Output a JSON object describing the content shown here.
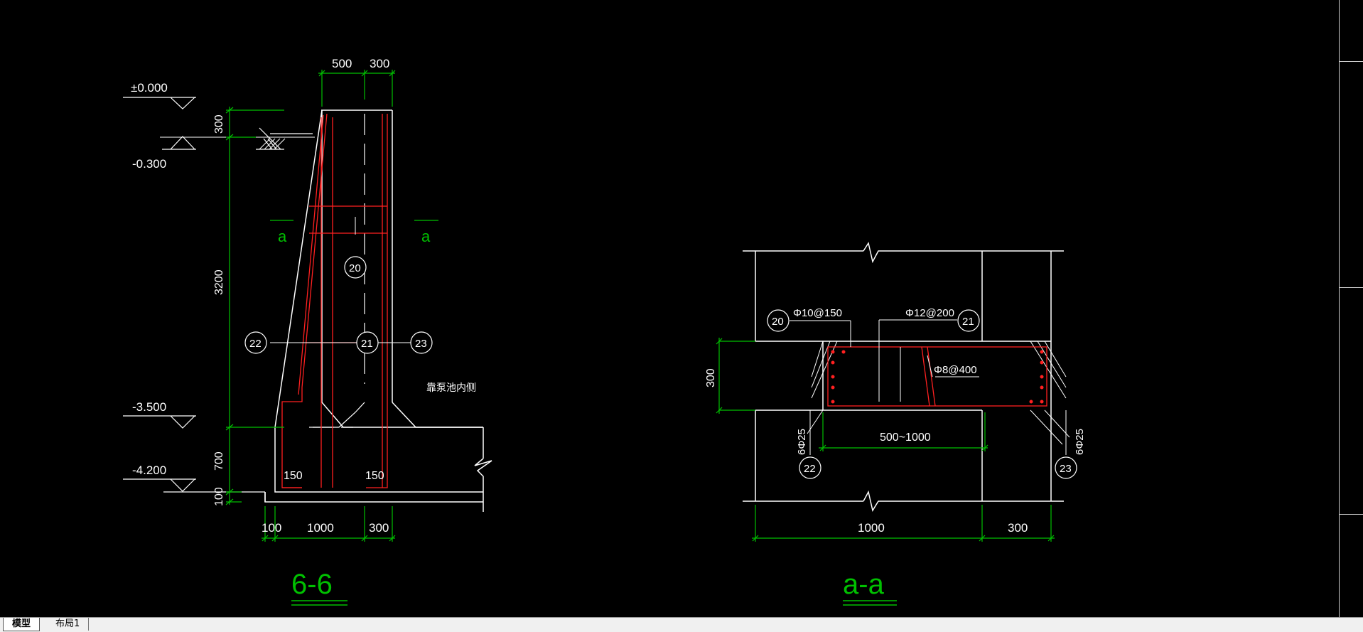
{
  "colors": {
    "background": "#000000",
    "outline": "#ffffff",
    "dimension": "#00c000",
    "rebar": "#ff2020",
    "tabbar": "#f0f0f0"
  },
  "section_66": {
    "title": "6-6",
    "elevations": [
      "±0.000",
      "-0.300",
      "-3.500",
      "-4.200"
    ],
    "dims_top": [
      "500",
      "300"
    ],
    "dims_left": [
      "300",
      "3200",
      "700",
      "100"
    ],
    "dims_bottom": [
      "100",
      "1000",
      "300"
    ],
    "cover_left": "150",
    "cover_right": "150",
    "cut_marks": [
      "a",
      "a"
    ],
    "bubbles": [
      "20",
      "22",
      "21",
      "23"
    ],
    "note": "靠泵池内侧"
  },
  "section_aa": {
    "title": "a-a",
    "bubbles": [
      "20",
      "21",
      "22",
      "23"
    ],
    "rebar_20": "Φ10@150",
    "rebar_21": "Φ12@200",
    "stirrup": "Φ8@400",
    "bars_left": "6Φ25",
    "bars_right": "6Φ25",
    "dim_height": "300",
    "dim_range": "500~1000",
    "dims_bottom": [
      "1000",
      "300"
    ]
  },
  "tabs": [
    "模型",
    "布局1"
  ]
}
